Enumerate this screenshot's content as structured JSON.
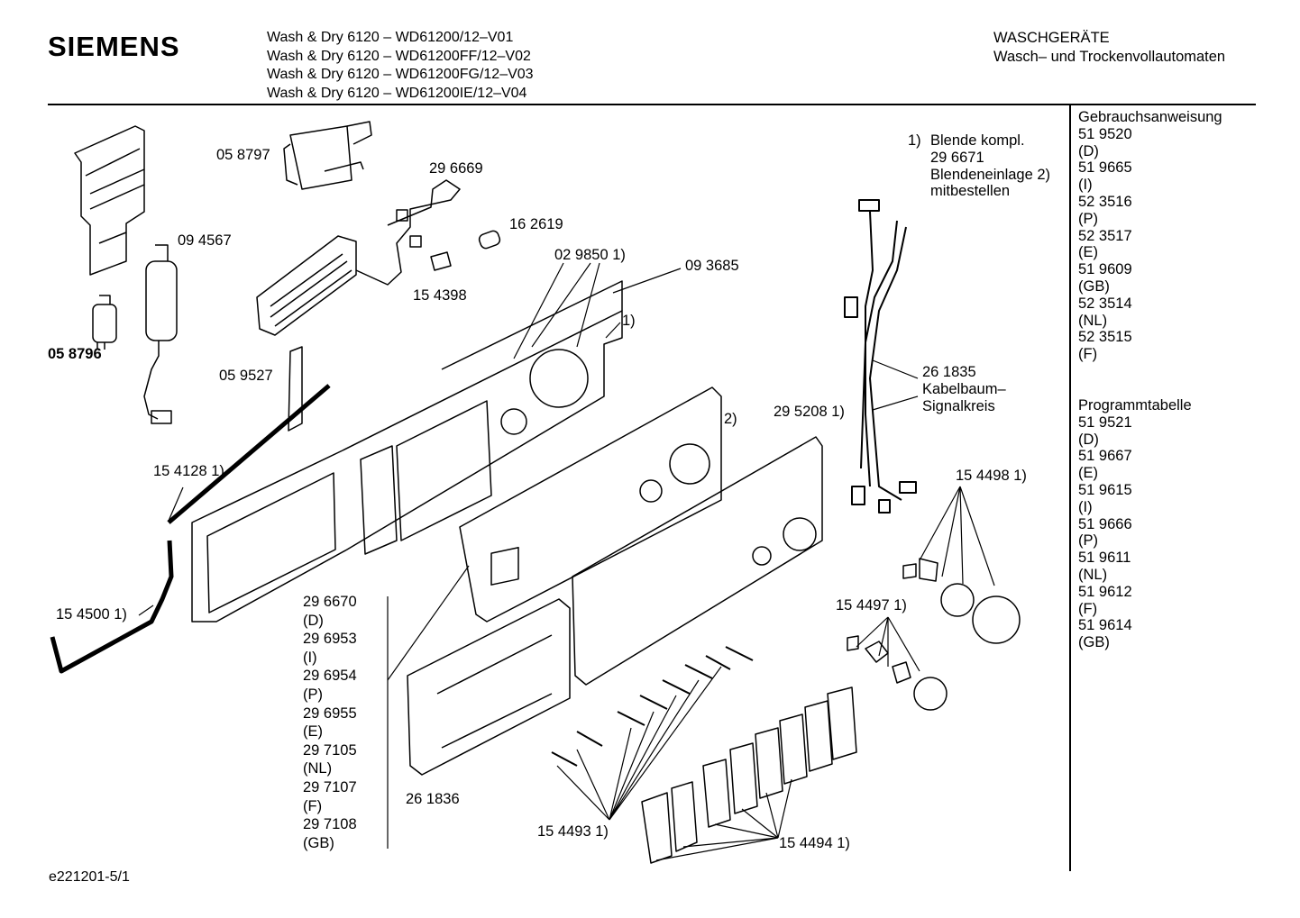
{
  "header": {
    "brand": "SIEMENS",
    "models": [
      "Wash & Dry 6120 – WD61200/12–V01",
      "Wash & Dry 6120 – WD61200FF/12–V02",
      "Wash & Dry 6120 – WD61200FG/12–V03",
      "Wash & Dry 6120 – WD61200IE/12–V04"
    ],
    "category_title": "WASCHGERÄTE",
    "category_subtitle": "Wasch– und Trockenvollautomaten"
  },
  "parts": {
    "p058797": "05 8797",
    "p296669": "29 6669",
    "p094567": "09 4567",
    "p162619": "16 2619",
    "p029850": "02 9850 1)",
    "p093685": "09 3685",
    "p154398": "15 4398",
    "p058796": "05 8796",
    "p059527": "05 9527",
    "p_note1": "1)",
    "p_note2": "2)",
    "p295208": "29 5208 1)",
    "p154128": "15 4128 1)",
    "p154500": "15 4500 1)",
    "p154498": "15 4498 1)",
    "p154497": "15 4497 1)",
    "p261836": "26 1836",
    "p154493": "15 4493 1)",
    "p154494": "15 4494 1)"
  },
  "note": {
    "num": "1)",
    "lines": [
      "Blende kompl.",
      "29 6671",
      "Blendeneinlage 2)",
      "mitbestellen"
    ]
  },
  "harness": {
    "lines": [
      "26 1835",
      "Kabelbaum–",
      "Signalkreis"
    ]
  },
  "panel_inserts": {
    "lines": [
      "29 6670",
      "(D)",
      "29 6953",
      "(I)",
      "29 6954",
      "(P)",
      "29 6955",
      "(E)",
      "29 7105",
      "(NL)",
      "29 7107",
      "(F)",
      "29 7108",
      "(GB)"
    ]
  },
  "sidebar": {
    "manual_title": "Gebrauchsanweisung",
    "manual_items": [
      "51 9520",
      "(D)",
      "51 9665",
      "(I)",
      "52 3516",
      "(P)",
      "52 3517",
      "(E)",
      "51 9609",
      "(GB)",
      "52 3514",
      "(NL)",
      "52 3515",
      "(F)"
    ],
    "table_title": "Programmtabelle",
    "table_items": [
      "51 9521",
      "(D)",
      "51 9667",
      "(E)",
      "51 9615",
      "(I)",
      "51 9666",
      "(P)",
      "51 9611",
      "(NL)",
      "51 9612",
      "(F)",
      "51 9614",
      "(GB)"
    ]
  },
  "footer": {
    "code": "e221201-5/1"
  }
}
